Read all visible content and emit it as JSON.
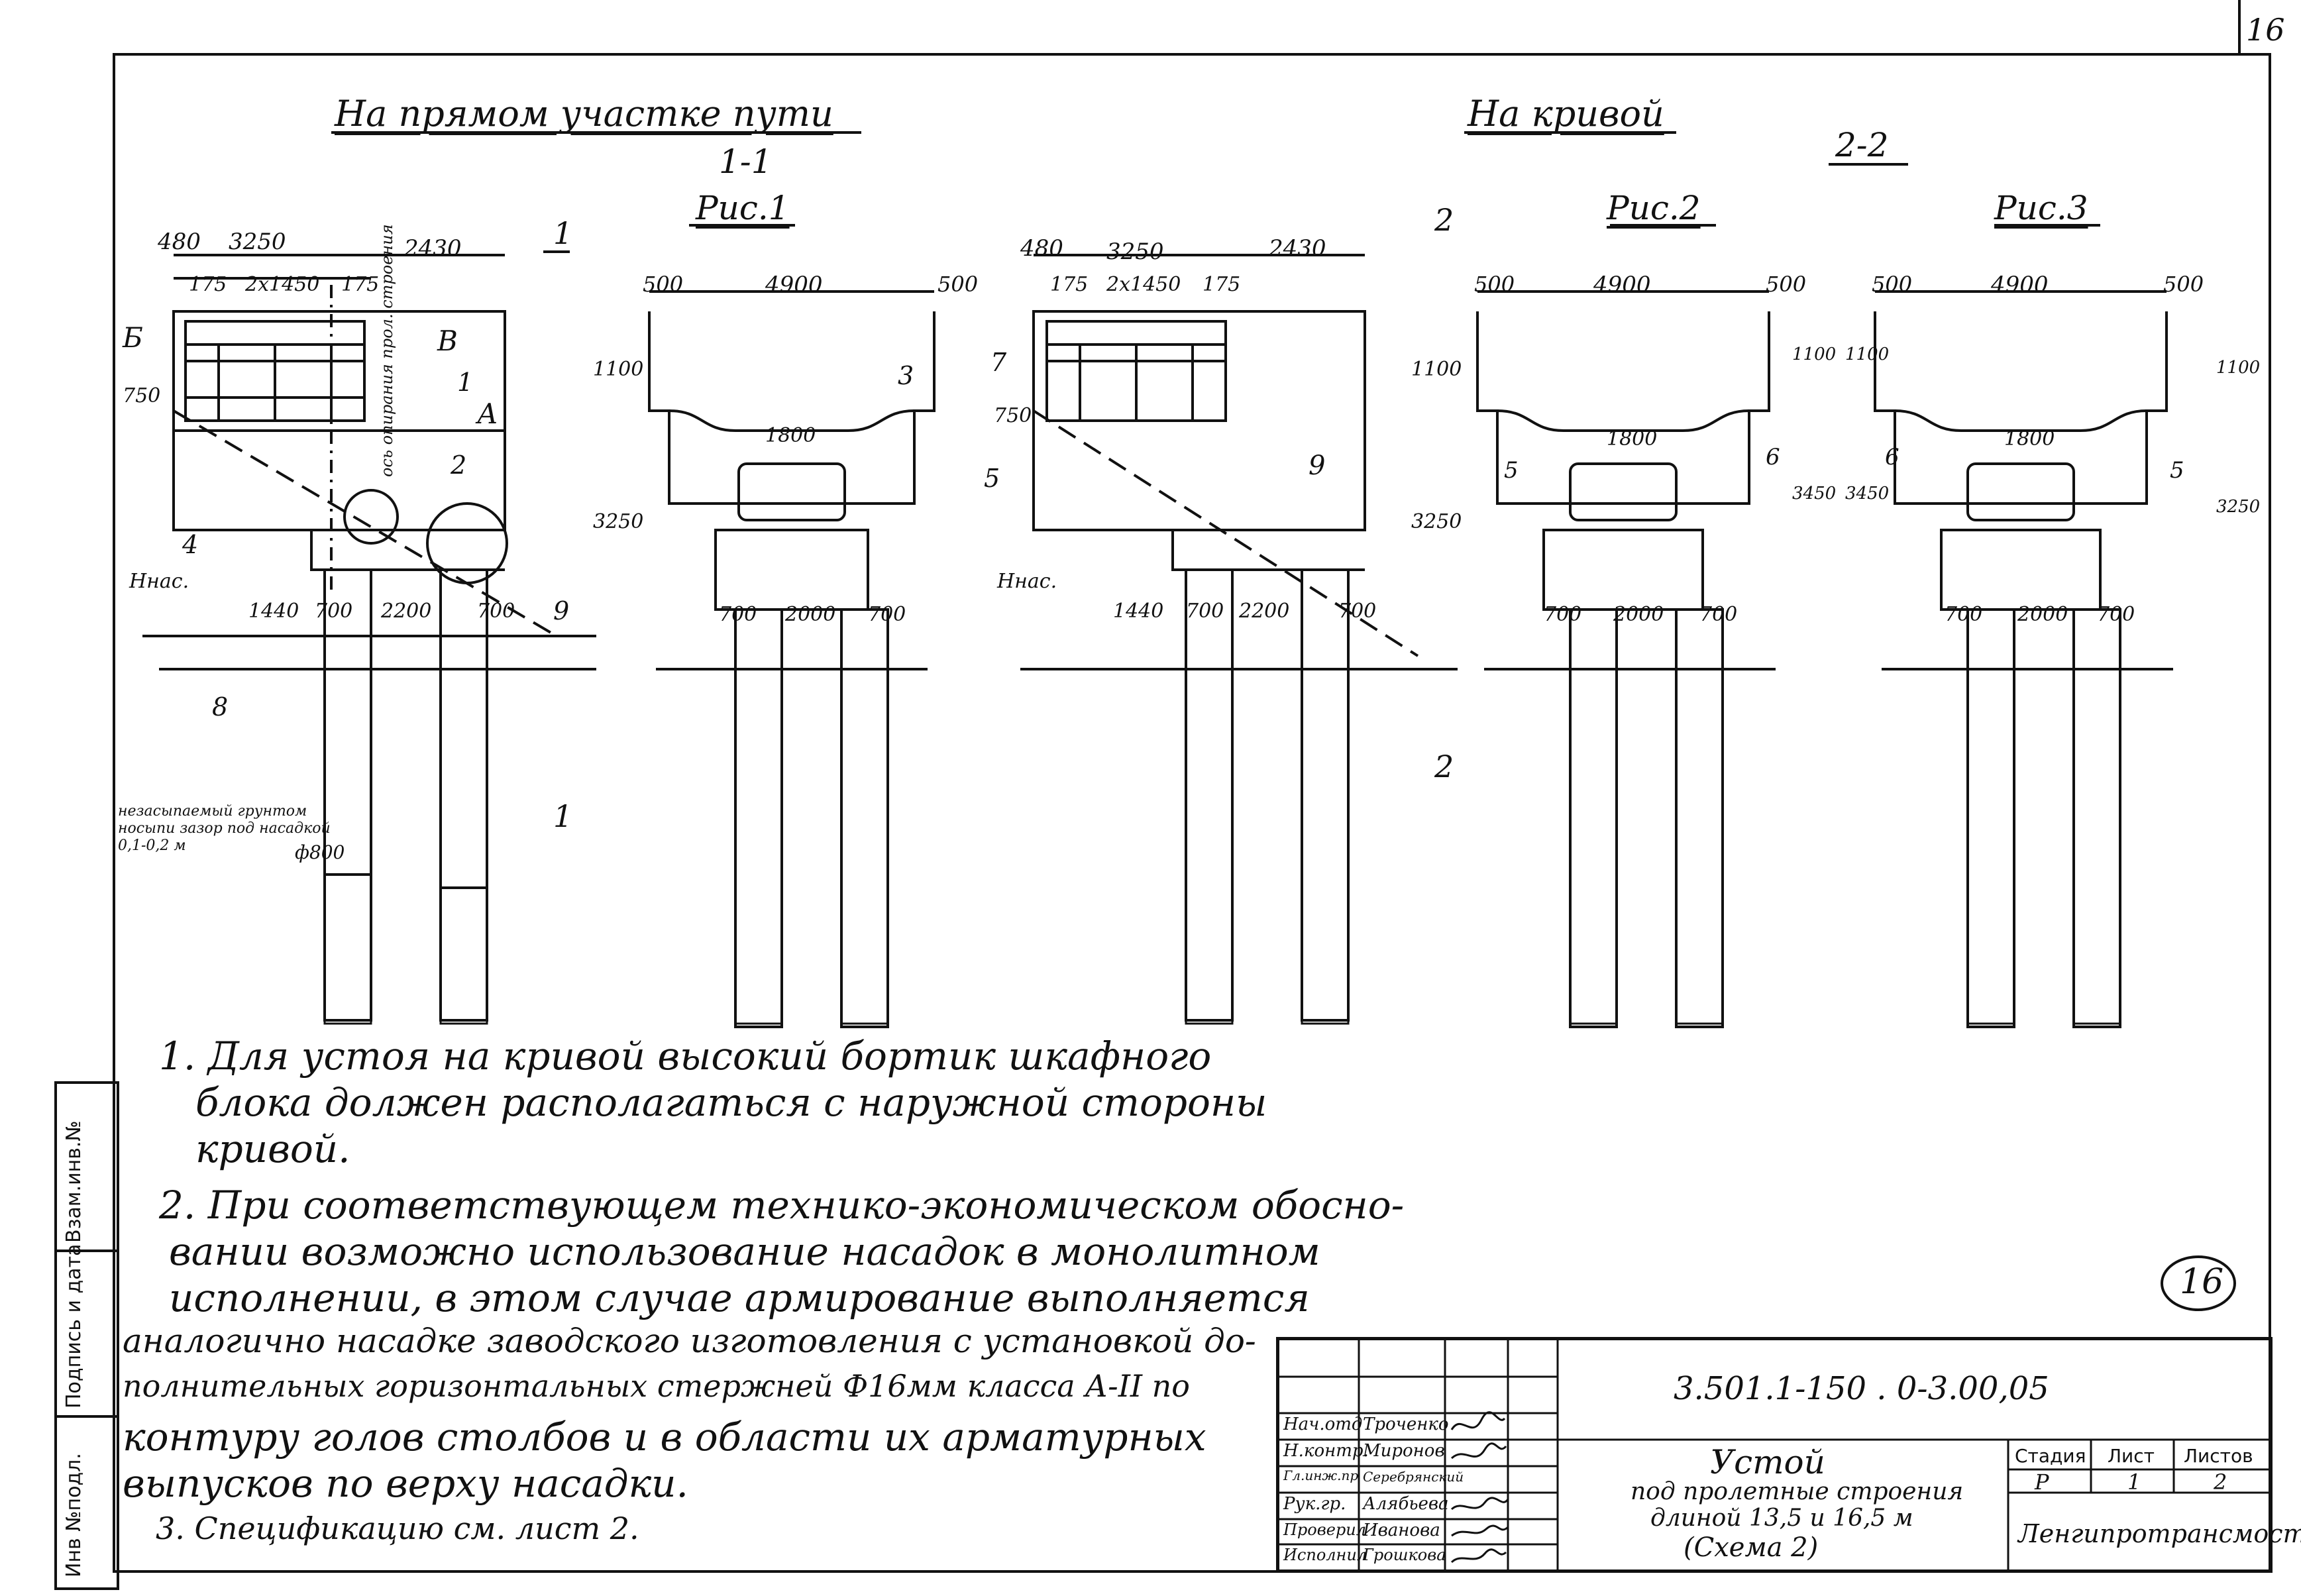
{
  "page_number": "16",
  "stamp_number": "16",
  "left_title": "На прямом участке пути",
  "right_title": "На кривой",
  "section_1": "1-1",
  "section_2": "2-2",
  "fig1": "Рис.1",
  "fig2": "Рис.2",
  "fig3": "Рис.3",
  "section_marker_1": "1",
  "section_marker_2": "2",
  "dims": {
    "d480": "480",
    "d3250": "3250",
    "d2430": "2430",
    "d175": "175",
    "d2x1450": "2х1450",
    "d500": "500",
    "d4900": "4900",
    "d1100": "1100",
    "d1800": "1800",
    "d750": "750",
    "d1440": "1440",
    "d700": "700",
    "d2200": "2200",
    "d2000": "2000",
    "d3450": "3450",
    "hnas": "Ннас.",
    "d800": "ф800"
  },
  "labels": {
    "b": "Б",
    "v": "В",
    "a": "А",
    "n1": "1",
    "n2": "2",
    "n3": "3",
    "n4": "4",
    "n5": "5",
    "n6": "6",
    "n7": "7",
    "n8": "8",
    "n9": "9",
    "axis_note": "ось опирания прол. строения",
    "soil_note": "незасыпаемый грунтом носыпи зазор под насадкой 0,1-0,2 м"
  },
  "notes": [
    "1. Для устоя на кривой высокий бортик шкафного",
    "блока должен располагаться с наружной стороны",
    "кривой.",
    "2. При соответствующем технико-экономическом обосно-",
    "вании возможно использование насадок в монолитном",
    "исполнении, в этом случае армирование выполняется",
    "аналогично насадке заводского изготовления с установкой до-",
    "полнительных горизонтальных стержней Ф16мм класса А-II по",
    "контуру голов столбов и в области их арматурных",
    "выпусков по верху насадки.",
    "3. Спецификацию см. лист 2."
  ],
  "side_stamp": [
    "Инв №подл.",
    "Подпись и дата",
    "Взам.инв.№"
  ],
  "title_block": {
    "code": "3.501.1-150 . 0-3.00,05",
    "title": "Устой",
    "subtitle_1": "под пролетные строения",
    "subtitle_2": "длиной 13,5 и 16,5 м",
    "subtitle_3": "(Схема 2)",
    "stage_label": "Стадия",
    "sheet_label": "Лист",
    "sheets_label": "Листов",
    "stage": "Р",
    "sheet": "1",
    "sheets": "2",
    "org": "Ленгипротрансмост",
    "roles": [
      "Нач.отд",
      "Н.контр.",
      "Гл.инж.пр",
      "Рук.гр.",
      "Проверил",
      "Исполнил"
    ],
    "names": [
      "Троченко",
      "Миронов",
      "Серебрянский",
      "Алябьева",
      "Иванова",
      "Грошкова"
    ]
  }
}
